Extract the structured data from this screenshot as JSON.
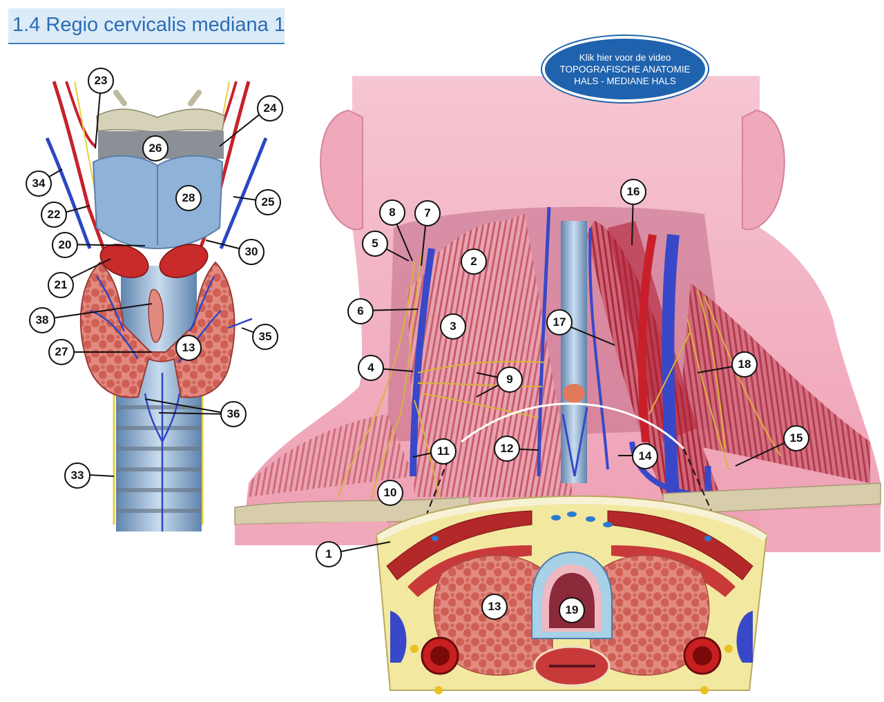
{
  "title": "1.4 Regio cervicalis mediana 1",
  "video_button": {
    "line1": "Klik hier voor de video",
    "line2": "TOPOGRAFISCHE ANATOMIE",
    "line3": "HALS - MEDIANE HALS"
  },
  "labels": {
    "l1": "1",
    "l2": "2",
    "l3": "3",
    "l4": "4",
    "l5": "5",
    "l6": "6",
    "l7": "7",
    "l8": "8",
    "l9": "9",
    "l10": "10",
    "l11": "11",
    "l12": "12",
    "l13a": "13",
    "l13b": "13",
    "l14": "14",
    "l15": "15",
    "l16": "16",
    "l17": "17",
    "l18": "18",
    "l19": "19",
    "l20": "20",
    "l21": "21",
    "l22": "22",
    "l23": "23",
    "l24": "24",
    "l25": "25",
    "l26": "26",
    "l27": "27",
    "l28": "28",
    "l30": "30",
    "l33": "33",
    "l34": "34",
    "l35": "35",
    "l36": "36",
    "l38": "38"
  },
  "colors": {
    "skin": "#f2b3c4",
    "muscle": "#c8475a",
    "artery": "#c8202a",
    "vein": "#2c47c4",
    "nerve": "#d8b43a",
    "cartilage": "#9ab8d8",
    "thyroid": "#d9645a",
    "fat": "#f0e49a",
    "title_bg": "#dcebf8",
    "title_text": "#2b6cb3",
    "button": "#1f62ad"
  }
}
